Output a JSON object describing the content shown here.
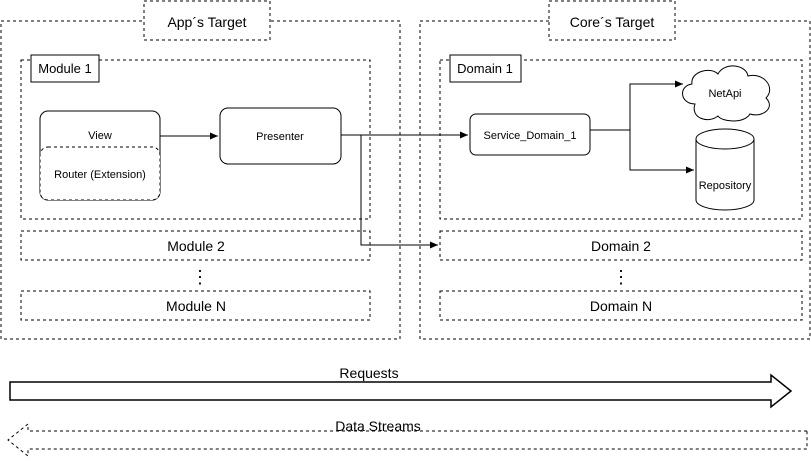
{
  "app_target": {
    "title": "App´s Target",
    "module_1": {
      "label": "Module 1",
      "view": "View",
      "router": "Router (Extension)",
      "presenter": "Presenter"
    },
    "module_2": "Module 2",
    "ellipsis": "⋮",
    "module_n": "Module N"
  },
  "core_target": {
    "title": "Core´s Target",
    "domain_1": {
      "label": "Domain 1",
      "service": "Service_Domain_1",
      "netapi": "NetApi",
      "repository": "Repository"
    },
    "domain_2": "Domain 2",
    "ellipsis": "⋮",
    "domain_n": "Domain N"
  },
  "flows": {
    "requests": "Requests",
    "data_streams": "Data Streams"
  }
}
